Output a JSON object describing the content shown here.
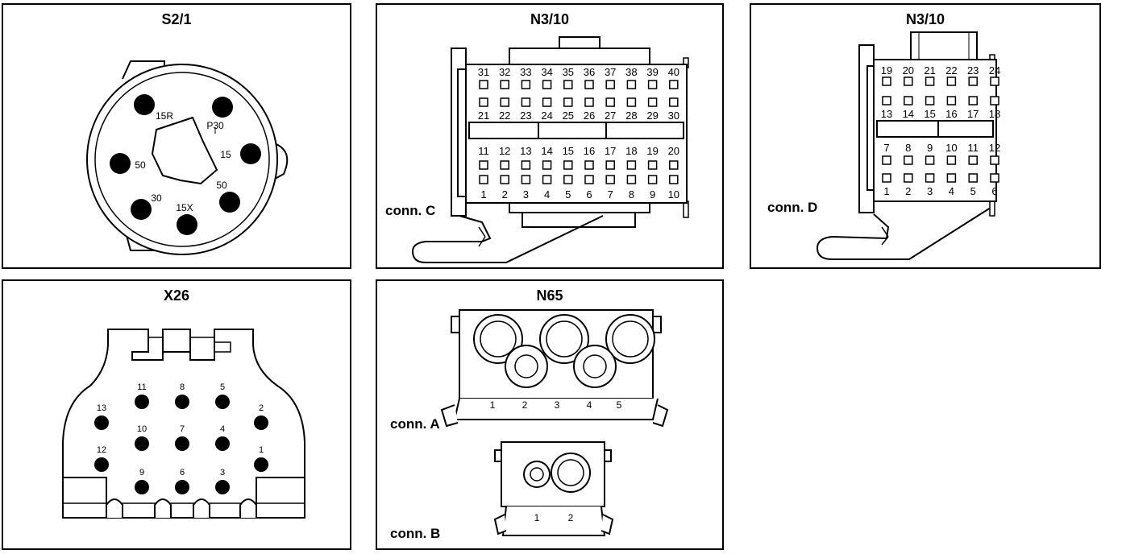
{
  "panels": {
    "s2_1": {
      "title": "S2/1",
      "pins": [
        "15R",
        "P30",
        "15",
        "50",
        "50",
        "15X",
        "30"
      ]
    },
    "n3_10_c": {
      "title": "N3/10",
      "conn_label": "conn. C",
      "rows": [
        [
          "31",
          "32",
          "33",
          "34",
          "35",
          "36",
          "37",
          "38",
          "39",
          "40"
        ],
        [
          "21",
          "22",
          "23",
          "24",
          "25",
          "26",
          "27",
          "28",
          "29",
          "30"
        ],
        [
          "11",
          "12",
          "13",
          "14",
          "15",
          "16",
          "17",
          "18",
          "19",
          "20"
        ],
        [
          "1",
          "2",
          "3",
          "4",
          "5",
          "6",
          "7",
          "8",
          "9",
          "10"
        ]
      ]
    },
    "n3_10_d": {
      "title": "N3/10",
      "conn_label": "conn. D",
      "rows": [
        [
          "19",
          "20",
          "21",
          "22",
          "23",
          "24"
        ],
        [
          "13",
          "14",
          "15",
          "16",
          "17",
          "18"
        ],
        [
          "7",
          "8",
          "9",
          "10",
          "11",
          "12"
        ],
        [
          "1",
          "2",
          "3",
          "4",
          "5",
          "6"
        ]
      ]
    },
    "x26": {
      "title": "X26",
      "pins": [
        "11",
        "8",
        "5",
        "13",
        "2",
        "10",
        "7",
        "4",
        "12",
        "1",
        "9",
        "6",
        "3"
      ]
    },
    "n65": {
      "title": "N65",
      "conn_a": {
        "label": "conn. A",
        "pins": [
          "1",
          "2",
          "3",
          "4",
          "5"
        ]
      },
      "conn_b": {
        "label": "conn. B",
        "pins": [
          "1",
          "2"
        ]
      }
    }
  }
}
